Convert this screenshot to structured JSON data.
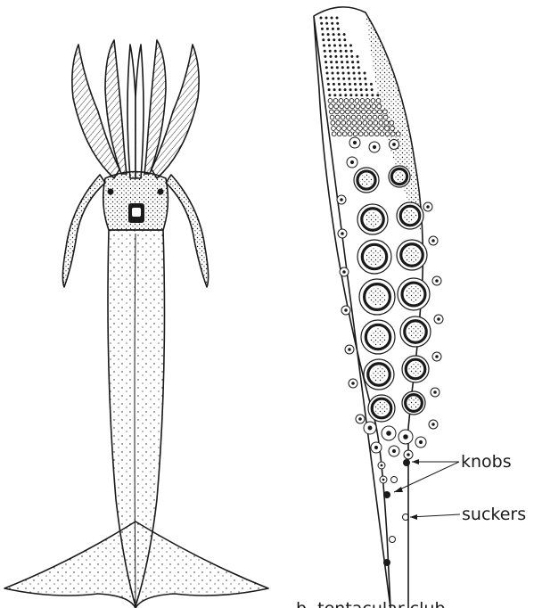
{
  "figure": {
    "labels": {
      "knobs": "knobs",
      "suckers": "suckers"
    },
    "caption_b": "b.  tentacular club"
  },
  "colors": {
    "ink": "#1a1a1a",
    "paper": "#ffffff"
  }
}
